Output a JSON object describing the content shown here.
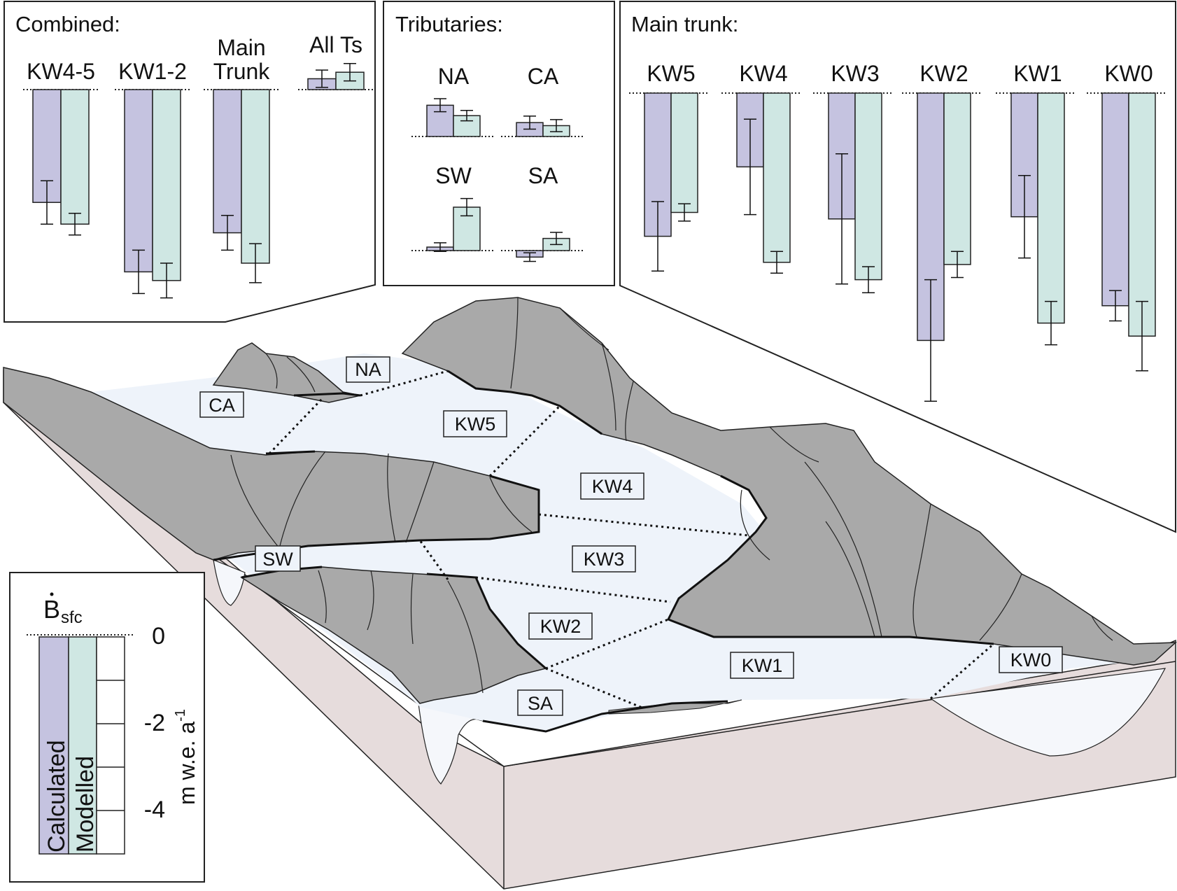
{
  "colors": {
    "calculated": "#c5c3e0",
    "modelled": "#cfe7e3",
    "glacier": "#eef3fa",
    "rock": "#a9a9a9",
    "block_side": "#e6dcdc",
    "bar_stroke": "#222222"
  },
  "panels": {
    "combined": {
      "title": "Combined:"
    },
    "tributaries": {
      "title": "Tributaries:"
    },
    "main_trunk": {
      "title": "Main trunk:"
    }
  },
  "chart_data": [
    {
      "type": "bar",
      "title": "Combined:",
      "categories": [
        "KW4-5",
        "KW1-2",
        "Main Trunk",
        "All Ts"
      ],
      "series": [
        {
          "name": "Calculated",
          "values": [
            -2.6,
            -4.2,
            -3.3,
            0.25
          ],
          "errors": [
            0.5,
            0.5,
            0.4,
            0.2
          ]
        },
        {
          "name": "Modelled",
          "values": [
            -3.1,
            -4.4,
            -4.0,
            0.4
          ],
          "errors": [
            0.25,
            0.4,
            0.45,
            0.2
          ]
        }
      ]
    },
    {
      "type": "bar",
      "title": "Tributaries:",
      "categories": [
        "NA",
        "CA",
        "SW",
        "SA"
      ],
      "series": [
        {
          "name": "Calculated",
          "values": [
            0.72,
            0.32,
            0.08,
            -0.15
          ],
          "errors": [
            0.15,
            0.15,
            0.1,
            0.1
          ]
        },
        {
          "name": "Modelled",
          "values": [
            0.48,
            0.25,
            1.0,
            0.28
          ],
          "errors": [
            0.12,
            0.14,
            0.2,
            0.14
          ]
        }
      ]
    },
    {
      "type": "bar",
      "title": "Main trunk:",
      "categories": [
        "KW5",
        "KW4",
        "KW3",
        "KW2",
        "KW1",
        "KW0"
      ],
      "series": [
        {
          "name": "Calculated",
          "values": [
            -3.3,
            -1.7,
            -2.9,
            -5.7,
            -2.85,
            -4.9
          ],
          "errors": [
            0.8,
            1.1,
            1.5,
            1.4,
            0.95,
            0.35
          ]
        },
        {
          "name": "Modelled",
          "values": [
            -2.75,
            -3.9,
            -4.3,
            -3.95,
            -5.3,
            -5.6
          ],
          "errors": [
            0.2,
            0.25,
            0.3,
            0.3,
            0.5,
            0.8
          ]
        }
      ]
    }
  ],
  "legend": {
    "symbol_main": "B",
    "symbol_sub": "sfc",
    "scale_labels": [
      "0",
      "-2",
      "-4"
    ],
    "unit_main": "m w.e. a",
    "unit_sup": "-1",
    "calculated_label": "Calculated",
    "modelled_label": "Modelled"
  },
  "map_labels": {
    "NA": "NA",
    "CA": "CA",
    "KW5": "KW5",
    "KW4": "KW4",
    "KW3": "KW3",
    "KW2": "KW2",
    "KW1": "KW1",
    "KW0": "KW0",
    "SW": "SW",
    "SA": "SA"
  }
}
